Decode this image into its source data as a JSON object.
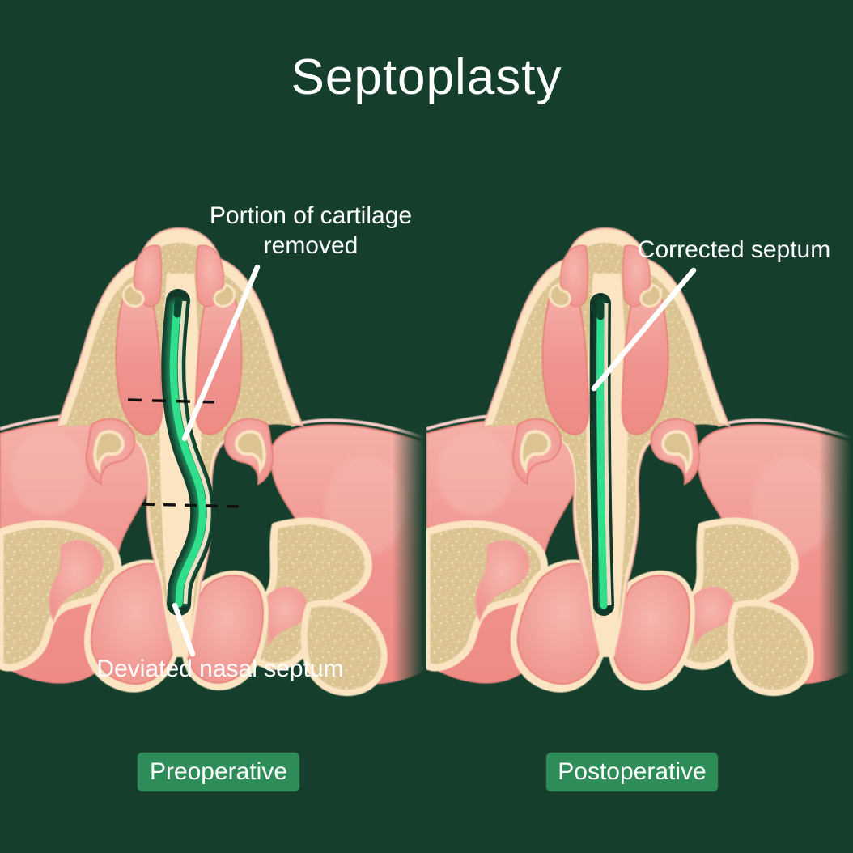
{
  "title": "Septoplasty",
  "colors": {
    "bg": "#153f2c",
    "badge-green": "#2e8c58",
    "septum-green": "#2fdf8c",
    "septum-green-dark": "#0d4731",
    "channel-dark": "#12382a",
    "tissue-pink": "#f0938e",
    "tissue-pink-light": "#f5b1a9",
    "tissue-pink-dark": "#e8837d",
    "bone-tan": "#dcc392",
    "bone-cream": "#fae4c1",
    "cartilage-strip": "#f3e7cb",
    "cut-line-black": "#101010",
    "label-white": "#ffffff"
  },
  "panels": {
    "preoperative": {
      "badge": "Preoperative",
      "callouts": [
        {
          "text": "Portion of cartilage removed"
        },
        {
          "text": "Deviated nasal septum"
        }
      ]
    },
    "postoperative": {
      "badge": "Postoperative",
      "callouts": [
        {
          "text": "Corrected septum"
        }
      ]
    }
  }
}
